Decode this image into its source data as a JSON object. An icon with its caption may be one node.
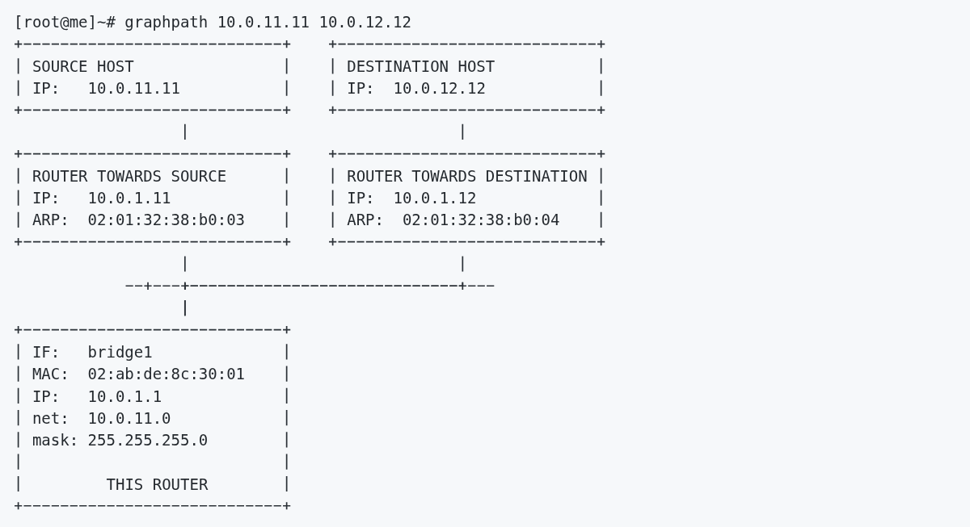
{
  "diagram": {
    "title": "[root@me]~# graphpath 10.0.11.11 10.0.12.12",
    "nodes": [
      {
        "text": [
          "SOURCE HOST",
          "IP:",
          "10.0.11.11"
        ]
      },
      {
        "text": [
          "DESTINATION HOST",
          "IP:",
          "10.0.12.12"
        ]
      },
      {
        "text": [
          "ROUTER TOWARDS SOURCE",
          "IP:",
          "10.0.1.11",
          "ARP:",
          "02:01:32:38:b0:03"
        ]
      },
      {
        "text": [
          "ROUTER TOWARDS DESTINATION",
          "IP:",
          "10.0.1.12",
          "ARP:",
          "02:01:32:38:b0:04"
        ]
      },
      {
        "text": [
          "IF:",
          "bridge1",
          "MAC:",
          "02:ab:de:8c:30:01",
          "IP:",
          "10.0.1.1",
          "net:",
          "10.0.11.0",
          "mask:",
          "255.255.255.0",
          "THIS ROUTER"
        ]
      }
    ],
    "edges": [
      {
        "from": 0,
        "to": 2,
        "arrow": "none"
      },
      {
        "from": 1,
        "to": 3,
        "arrow": "none"
      },
      {
        "from": 2,
        "to": 4,
        "arrow": "none"
      },
      {
        "from": 3,
        "to": 4,
        "arrow": "none"
      }
    ]
  }
}
